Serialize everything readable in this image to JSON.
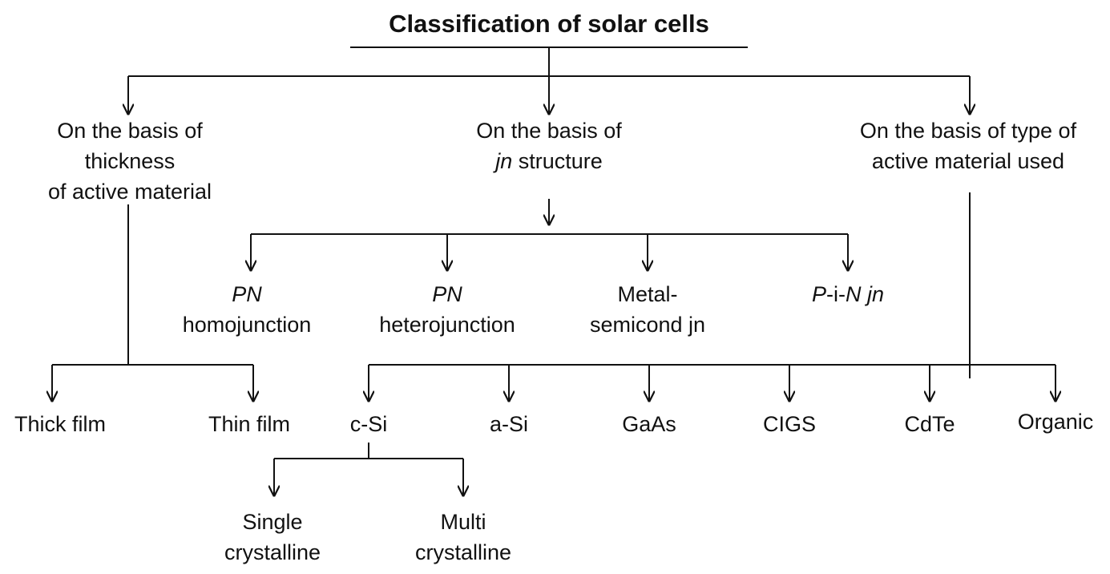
{
  "diagram": {
    "title": "Classification of solar cells",
    "basis": {
      "thickness": {
        "line1": "On the basis of",
        "line2": "thickness",
        "line3": "of active material"
      },
      "jn": {
        "line1": "On the basis of",
        "line2_italic": "jn",
        "line2_rest": " structure"
      },
      "material": {
        "line1": "On the basis of type of",
        "line2": "active material used"
      }
    },
    "thickness_types": {
      "thick": "Thick film",
      "thin": "Thin film"
    },
    "junction_types": {
      "pn_homo": {
        "line1_italic": "PN",
        "line2": "homojunction"
      },
      "pn_hetero": {
        "line1_italic": "PN",
        "line2": "heterojunction"
      },
      "metal_semi": {
        "line1": "Metal-",
        "line2": "semicond jn"
      },
      "pin": {
        "p": "P",
        "mid": "-i-",
        "n": "N",
        "space": " ",
        "jn": "jn"
      }
    },
    "materials": {
      "csi": "c-Si",
      "asi": "a-Si",
      "gaas": "GaAs",
      "cigs": "CIGS",
      "cdte": "CdTe",
      "organic": "Organic"
    },
    "csi_types": {
      "single": {
        "line1": "Single",
        "line2": "crystalline"
      },
      "multi": {
        "line1": "Multi",
        "line2": "crystalline"
      }
    },
    "colors": {
      "line": "#111111",
      "text": "#111111",
      "background": "#ffffff"
    }
  }
}
